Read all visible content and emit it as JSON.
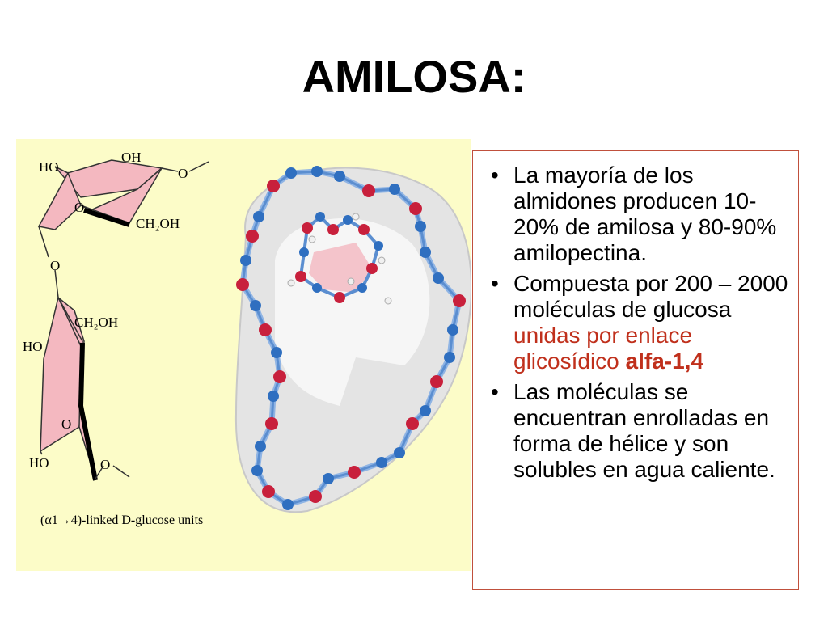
{
  "slide": {
    "title": "AMILOSA:"
  },
  "figure": {
    "labels": {
      "ho_top": "HO",
      "oh_top": "OH",
      "o_right_top": "O",
      "o_ring_top": "O",
      "ch2oh_top": "CH₂OH",
      "o_link": "O",
      "ch2oh_bottom": "CH₂OH",
      "ho_middle": "HO",
      "o_ring_bottom": "O",
      "ho_bottom": "HO",
      "o_right_bottom": "O"
    },
    "caption": "(α1→4)-linked D-glucose units",
    "colors": {
      "background": "#fcfcc8",
      "ring_fill": "#f4b8c0",
      "carbon": "#2f6fc0",
      "oxygen": "#c8203c"
    }
  },
  "bullets": [
    {
      "text": "La mayoría de los almidones producen 10-20% de amilosa y 80-90% amilopectina."
    },
    {
      "text": "Compuesta por 200 – 2000 moléculas de glucosa ",
      "red": "unidas por enlace glicosídico ",
      "red_bold": "alfa-1,4"
    },
    {
      "text": "Las moléculas se encuentran enrolladas en forma de hélice y son solubles en agua caliente."
    }
  ],
  "bullet_symbol": "•"
}
